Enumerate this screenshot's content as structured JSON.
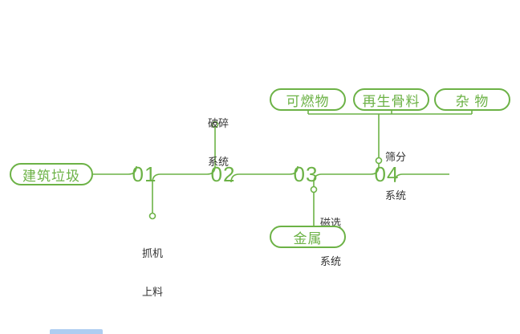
{
  "colors": {
    "green": "#6cb246",
    "label_text": "#333333",
    "footer_bar": "#aecdf1"
  },
  "source": {
    "label": "建筑垃圾"
  },
  "nodes": {
    "n1": "01",
    "n2": "02",
    "n3": "03",
    "n4": "04"
  },
  "labels": {
    "crush": {
      "l1": "破碎",
      "l2": "系统"
    },
    "grab": {
      "l1": "抓机",
      "l2": "上料"
    },
    "magnet": {
      "l1": "磁选",
      "l2": "系统"
    },
    "screen": {
      "l1": "筛分",
      "l2": "系统"
    }
  },
  "outputs": {
    "metal": "金属",
    "combustible": "可燃物",
    "aggregate": "再生骨料",
    "misc": "杂 物"
  }
}
